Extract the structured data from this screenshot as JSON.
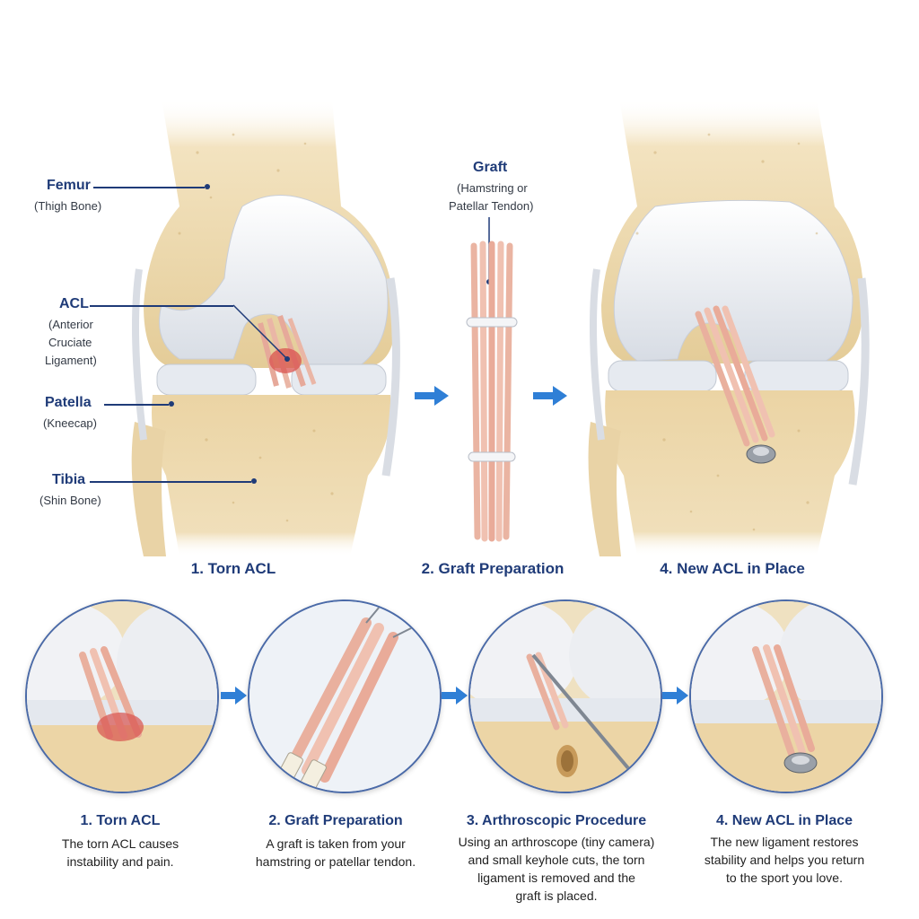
{
  "labels": {
    "femur": {
      "title": "Femur",
      "sub": "(Thigh Bone)"
    },
    "acl": {
      "title": "ACL",
      "sub1": "(Anterior",
      "sub2": "Cruciate",
      "sub3": "Ligament)"
    },
    "patella": {
      "title": "Patella",
      "sub": "(Kneecap)"
    },
    "tibia": {
      "title": "Tibia",
      "sub": "(Shin Bone)"
    },
    "graft": {
      "title": "Graft",
      "sub1": "(Hamstring or",
      "sub2": "Patellar Tendon)"
    }
  },
  "top_captions": {
    "c1": "1. Torn ACL",
    "c2": "2. Graft Preparation",
    "c3": "4. New ACL in Place"
  },
  "steps": [
    {
      "title": "1. Torn ACL",
      "desc1": "The torn ACL causes",
      "desc2": "instability and pain."
    },
    {
      "title": "2. Graft Preparation",
      "desc1": "A graft is taken from your",
      "desc2": "hamstring or patellar tendon."
    },
    {
      "title": "3. Arthroscopic Procedure",
      "desc1": "Using an arthroscope (tiny camera)",
      "desc2": "and small keyhole cuts, the torn",
      "desc3": "ligament is removed and the",
      "desc4": "graft is placed."
    },
    {
      "title": "4. New ACL in Place",
      "desc1": "The new ligament restores",
      "desc2": "stability and helps you return",
      "desc3": "to the sport you love."
    }
  ],
  "colors": {
    "label_blue": "#1f3b78",
    "arrow_blue": "#2f7fd6",
    "bone": "#ecd9b0",
    "cartilage": "#eef0f4",
    "graft_pink": "#efb9a6",
    "tear_red": "#d9534f"
  }
}
